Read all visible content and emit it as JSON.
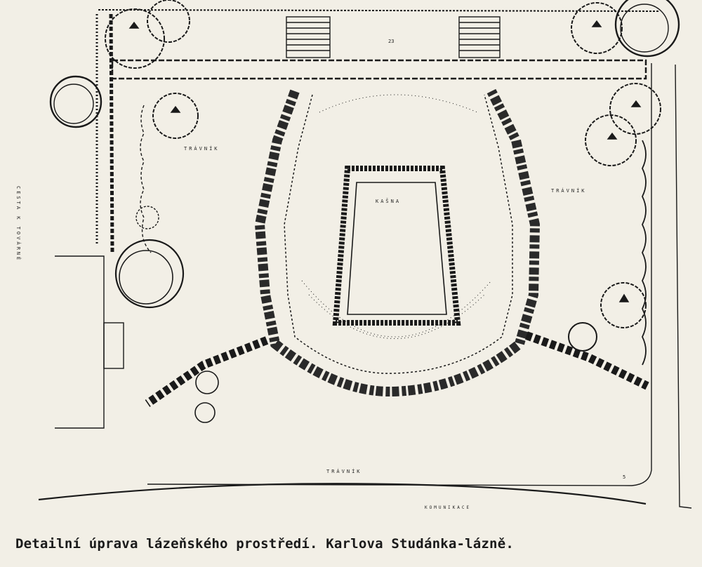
{
  "labels": {
    "lawn_top_left": "TRÁVNÍK",
    "lawn_top_right": "TRÁVNÍK",
    "lawn_bottom": "TRÁVNÍK",
    "pool": "KAŠNA",
    "path_side": "CESTA K TOVÁRNĚ",
    "road": "KOMUNIKACE",
    "num_top": "23",
    "num_bottom_right": "5"
  },
  "caption": "Detailní úprava lázeňského prostředí. Karlova Studánka-lázně.",
  "colors": {
    "paper": "#f2efe6",
    "ink": "#1a1a1a"
  }
}
